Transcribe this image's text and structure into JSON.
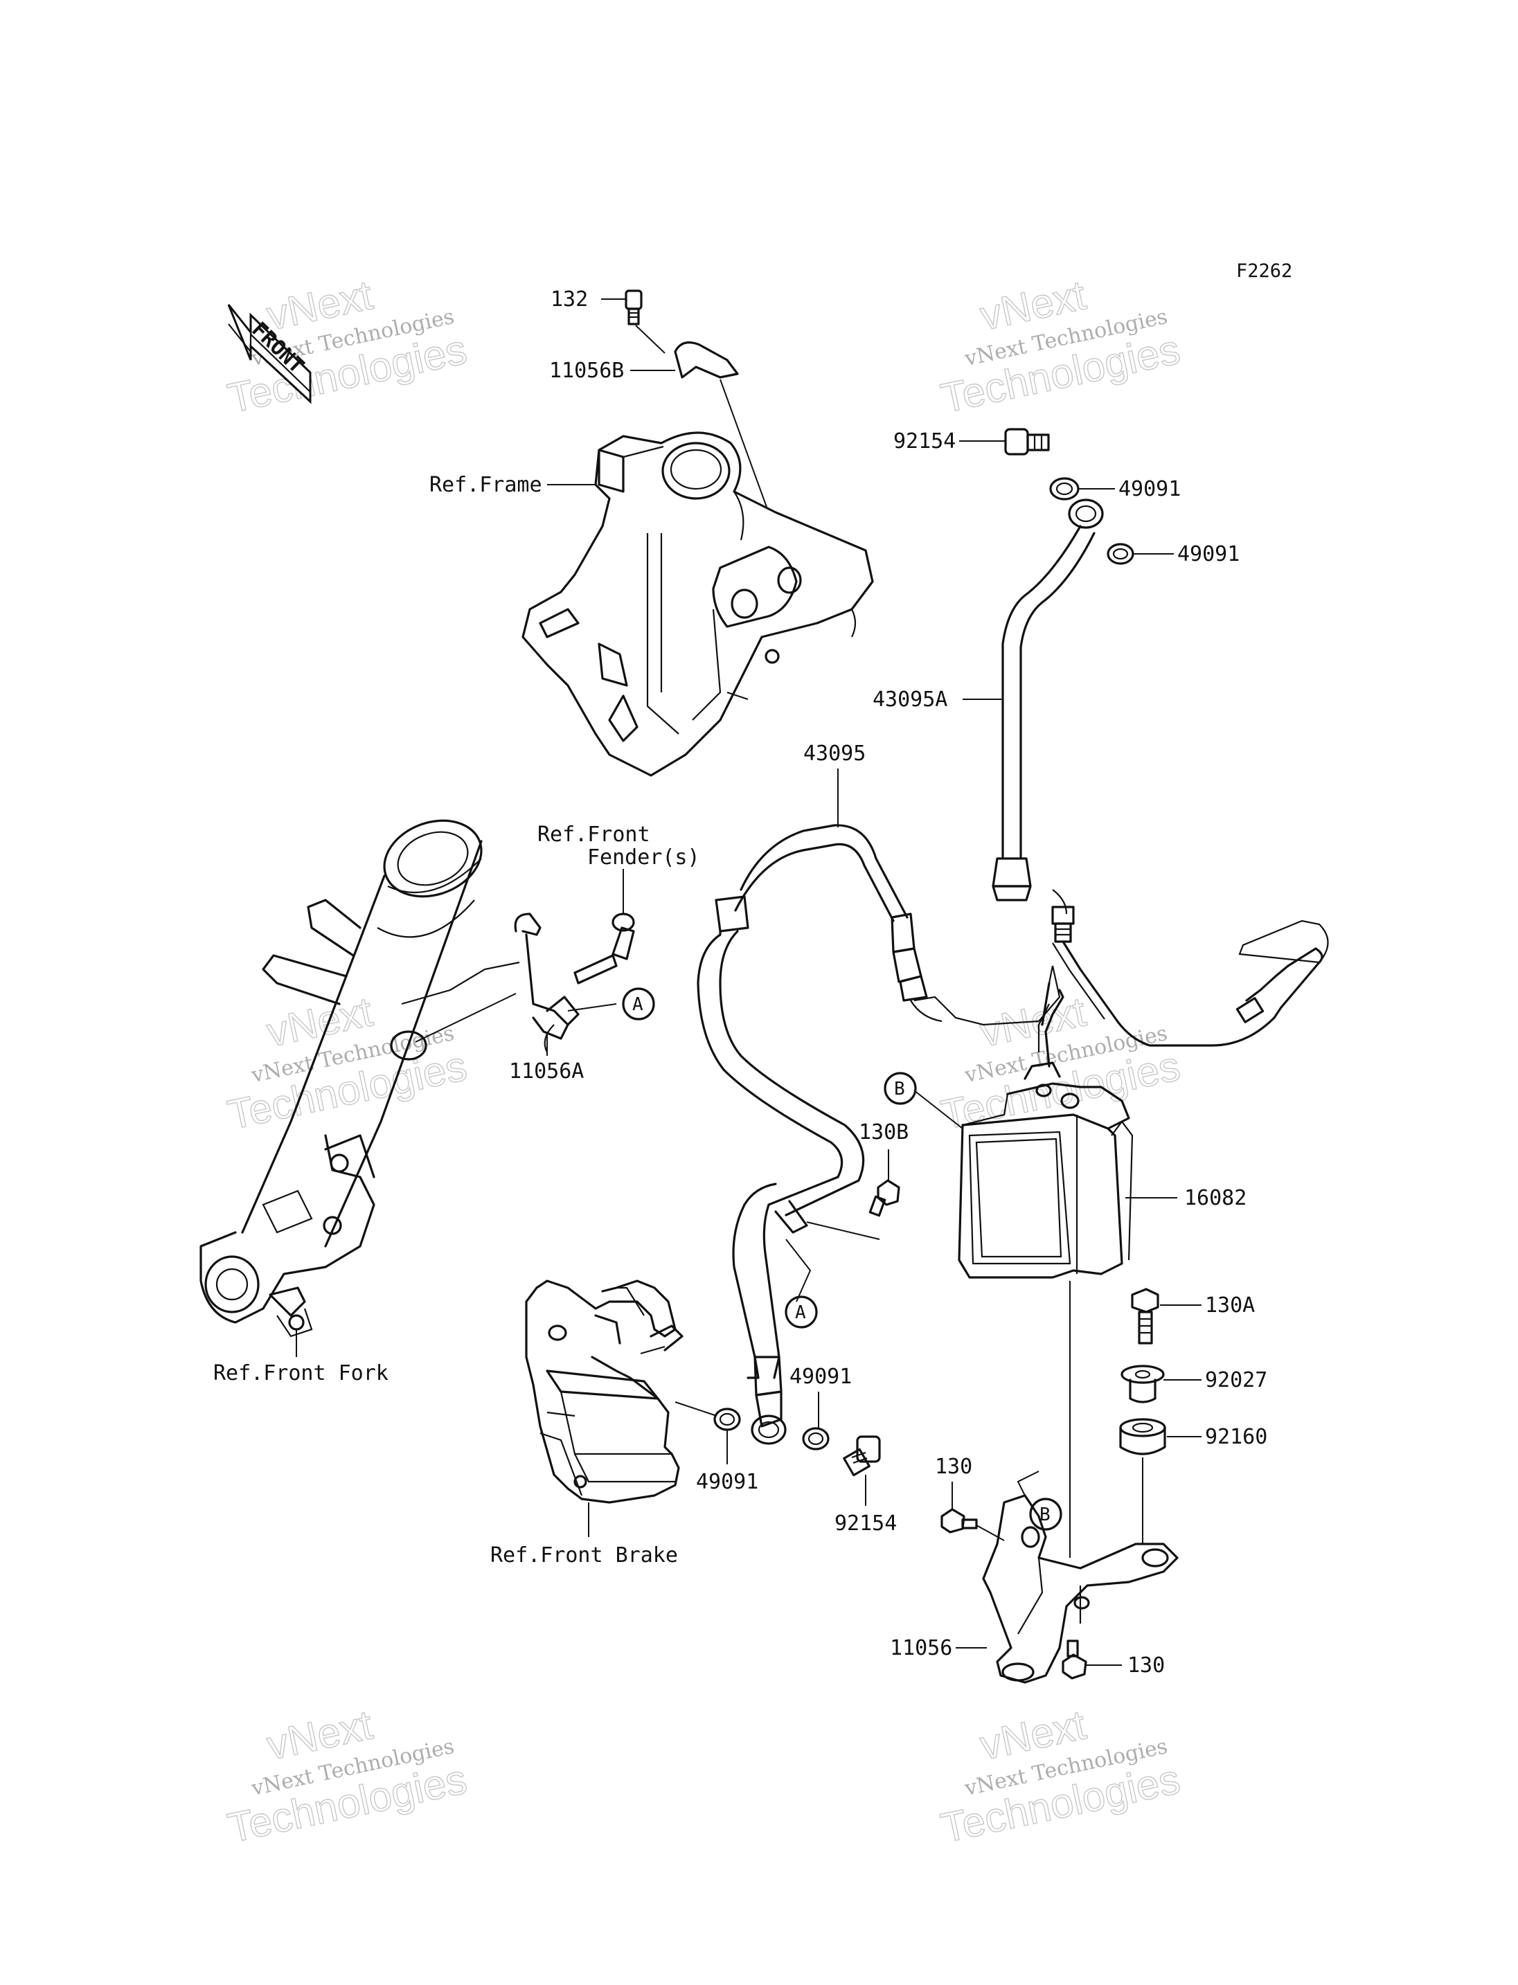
{
  "figure_code": "F2262",
  "front_label": "FRONT",
  "watermark": {
    "line1": "vNext Technologies",
    "big_top": "vNext",
    "big_bottom": "Technologies"
  },
  "callouts": {
    "p132": "132",
    "p11056B": "11056B",
    "ref_frame": "Ref.Frame",
    "p92154_top": "92154",
    "p49091_top1": "49091",
    "p49091_top2": "49091",
    "p43095A": "43095A",
    "p43095": "43095",
    "ref_front_fender_1": "Ref.Front",
    "ref_front_fender_2": "Fender(s)",
    "p11056A": "11056A",
    "p130B": "130B",
    "p16082": "16082",
    "p130A": "130A",
    "p92027": "92027",
    "p92160": "92160",
    "ref_front_fork": "Ref.Front Fork",
    "p49091_left": "49091",
    "p49091_mid": "49091",
    "p92154_bottom": "92154",
    "ref_front_brake": "Ref.Front Brake",
    "p130_top": "130",
    "p11056": "11056",
    "p130_bottom": "130"
  },
  "connectors": {
    "A": "A",
    "B": "B"
  }
}
